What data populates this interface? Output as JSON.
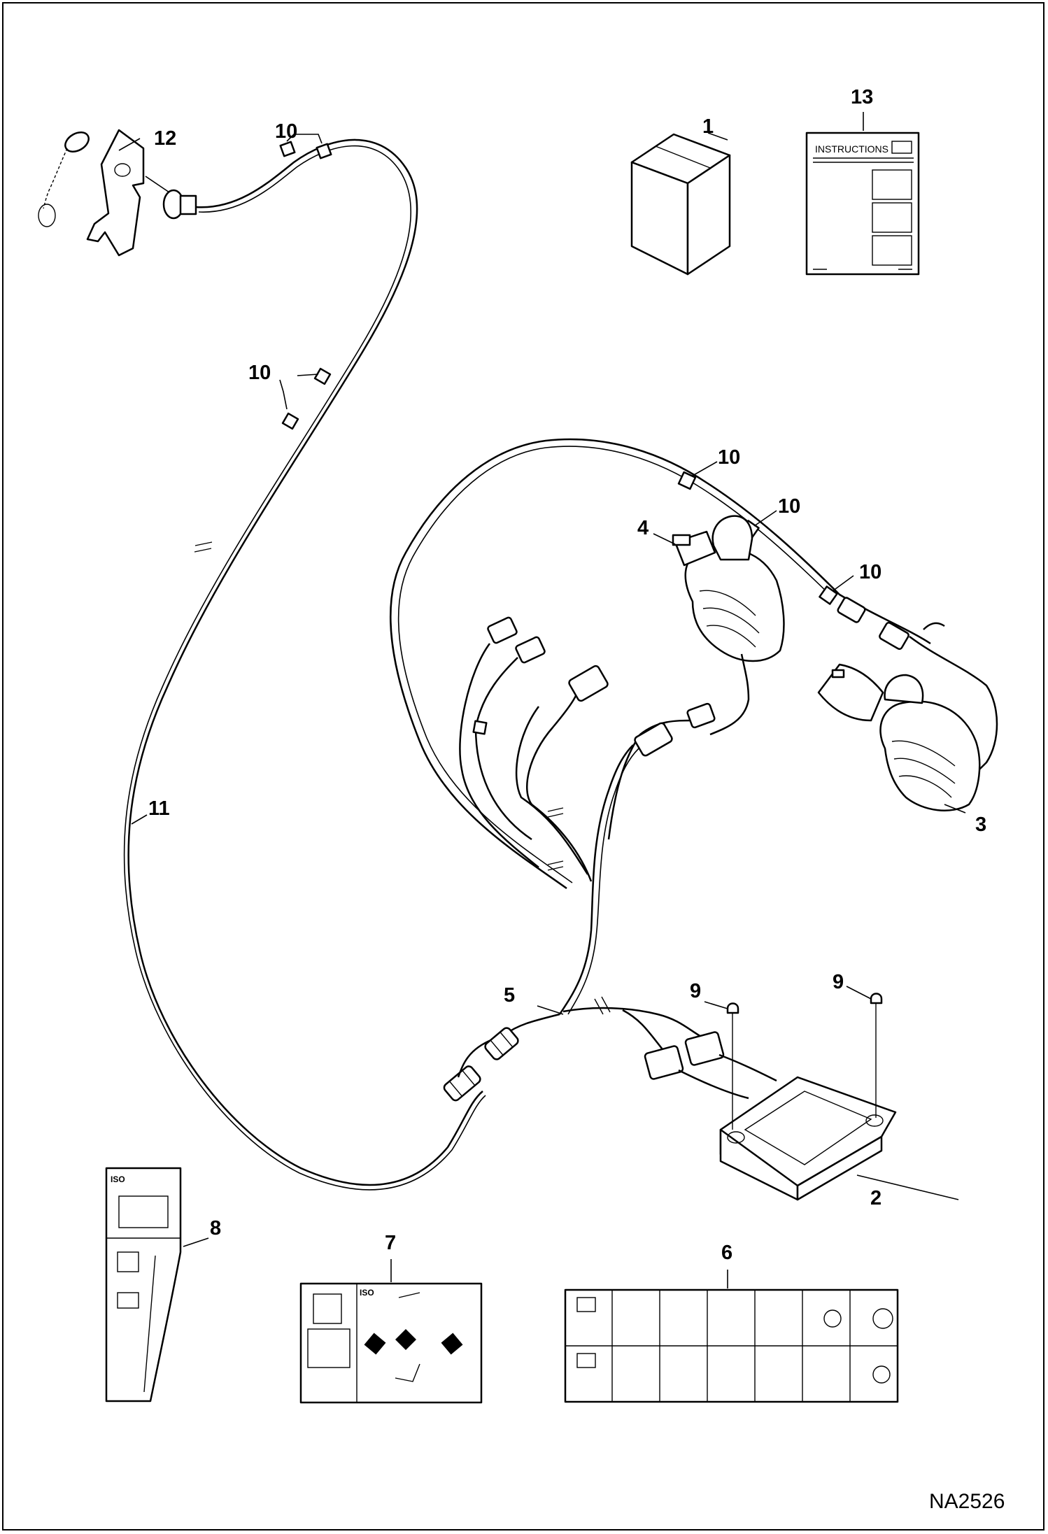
{
  "diagram": {
    "reference_code": "NA2526",
    "callouts": [
      {
        "id": "callout-1",
        "text": "1"
      },
      {
        "id": "callout-2",
        "text": "2"
      },
      {
        "id": "callout-3",
        "text": "3"
      },
      {
        "id": "callout-4",
        "text": "4"
      },
      {
        "id": "callout-5",
        "text": "5"
      },
      {
        "id": "callout-6",
        "text": "6"
      },
      {
        "id": "callout-7",
        "text": "7"
      },
      {
        "id": "callout-8",
        "text": "8"
      },
      {
        "id": "callout-9a",
        "text": "9"
      },
      {
        "id": "callout-9b",
        "text": "9"
      },
      {
        "id": "callout-10a",
        "text": "10"
      },
      {
        "id": "callout-10b",
        "text": "10"
      },
      {
        "id": "callout-10c",
        "text": "10"
      },
      {
        "id": "callout-10d",
        "text": "10"
      },
      {
        "id": "callout-10e",
        "text": "10"
      },
      {
        "id": "callout-11",
        "text": "11"
      },
      {
        "id": "callout-12",
        "text": "12"
      },
      {
        "id": "callout-13",
        "text": "13"
      }
    ],
    "instructions_sheet": {
      "heading": "INSTRUCTIONS"
    },
    "decals": {
      "decal_8_iso": "ISO",
      "decal_7_iso": "ISO"
    }
  }
}
